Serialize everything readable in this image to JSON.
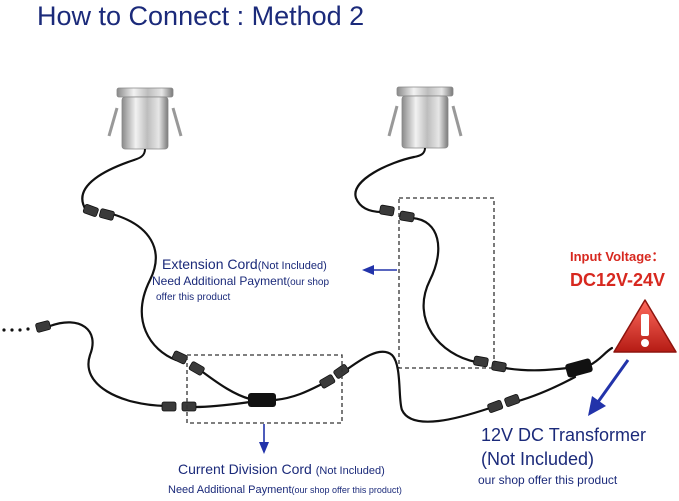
{
  "title": "How to Connect : Method 2",
  "extension_cord": {
    "name": "Extension Cord",
    "note": "(Not Included)",
    "line2_main": "Need Additional Payment",
    "line2_note": "(our shop",
    "line3": "offer this product"
  },
  "input_voltage": {
    "label": "Input Voltage：",
    "value": "DC12V-24V"
  },
  "transformer": {
    "line1": "12V DC Transformer",
    "line2": "(Not Included)",
    "line3": "our shop offer this product"
  },
  "division_cord": {
    "name": "Current Division Cord",
    "note": "(Not Included)",
    "line2_main": "Need Additional Payment",
    "line2_note": "(our shop offer this product)"
  },
  "colors": {
    "text_blue": "#1b2a7a",
    "text_red": "#d7281f",
    "warning_red": "#d92b25",
    "arrow_blue": "#2233aa",
    "wire": "#111111"
  },
  "icons": [
    "downlight-icon",
    "warning-triangle-icon",
    "arrow-icon"
  ]
}
